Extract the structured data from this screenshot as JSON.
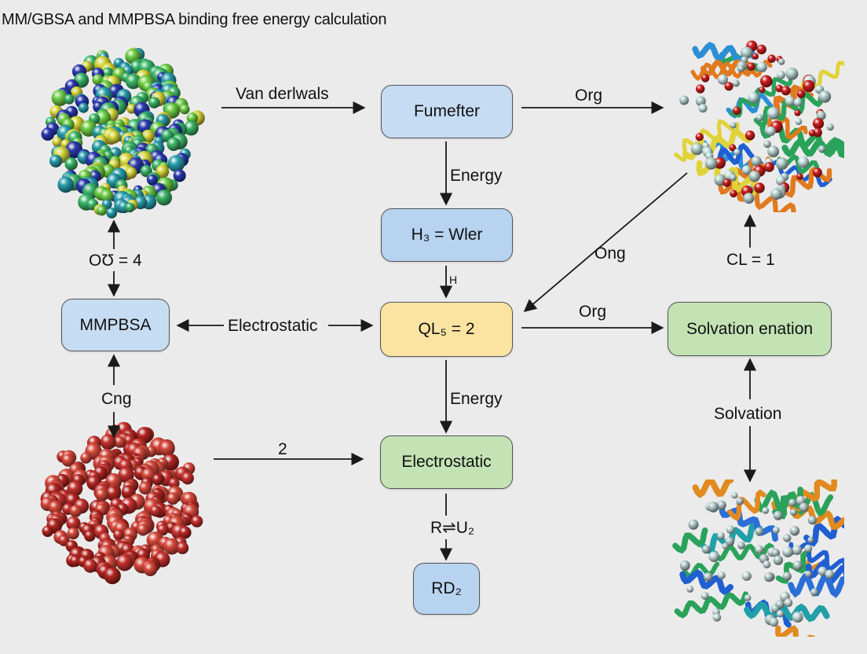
{
  "title": "MM/GBSA and MMPBSA binding free energy calculation",
  "nodes": {
    "fumefter": "Fumefter",
    "h3_wler": "H₃ = Wler",
    "ql_2": "QL₅ = 2",
    "electrostatic_box": "Electrostatic",
    "rd2": "RD₂",
    "mmpbsa": "MMPBSA",
    "solvation_box": "Solvation enation"
  },
  "edge_labels": {
    "van_derlwals": "Van derlwals",
    "org_top": "Org",
    "energy_1": "Energy",
    "h_small": "H",
    "ong": "Ong",
    "cl_1": "CL = 1",
    "o_4": "OƱ = 4",
    "electrostatic_edge": "Electrostatic",
    "org_mid": "Org",
    "cng": "Cng",
    "energy_2": "Energy",
    "solvation": "Solvation",
    "two": "2",
    "r_u2": "R⇌U₂"
  },
  "colors": {
    "box_blue": "#c6dcf3",
    "box_yellow": "#fbe4a1",
    "box_green": "#c3e3b5",
    "arrow": "#1a1a1a"
  }
}
